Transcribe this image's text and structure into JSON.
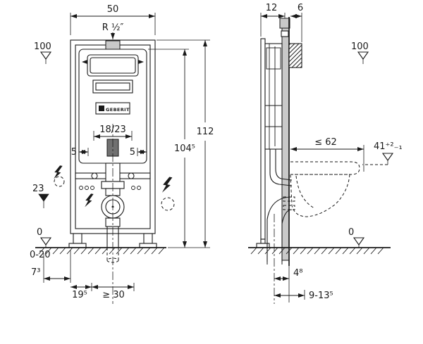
{
  "drawing": {
    "brand": "GEBERIT",
    "front": {
      "width": "50",
      "thread": "R ½″",
      "level100": "100",
      "h112": "112",
      "h104": "104⁵",
      "plate": "18/23",
      "off5l": "5",
      "off5r": "5",
      "level23": "23",
      "level0": "0",
      "range020": "0-20",
      "d73": "7³",
      "d195": "19⁵",
      "dmin30": "≥ 30"
    },
    "side": {
      "d12": "12",
      "d6": "6",
      "level100": "100",
      "dmax62": "≤ 62",
      "d41": "41⁺²₋₁",
      "level0": "0",
      "d48": "4⁸",
      "d9135": "9-13⁵"
    },
    "colors": {
      "line": "#1a1a1a",
      "gray": "#c9c9c9",
      "dark": "#707070",
      "bg": "#ffffff"
    }
  }
}
